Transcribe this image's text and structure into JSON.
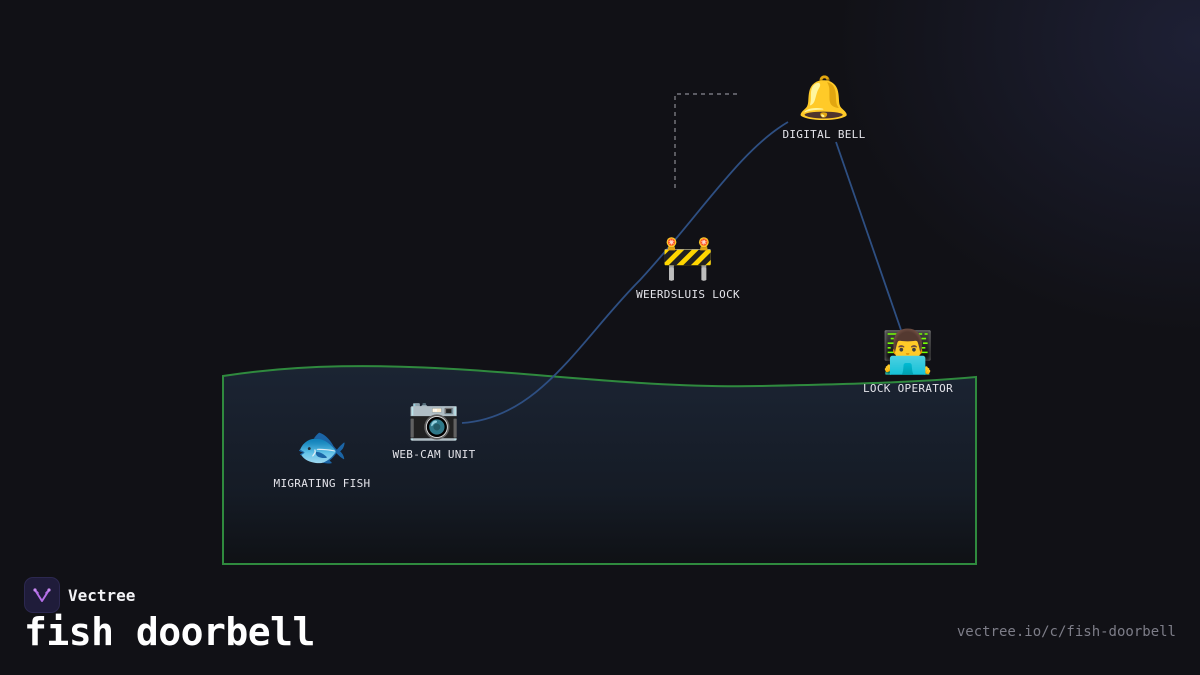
{
  "diagram": {
    "nodes": [
      {
        "id": "bell",
        "label": "DIGITAL BELL",
        "icon": "bell-icon",
        "glyph": "🔔"
      },
      {
        "id": "lock",
        "label": "WEERDSLUIS LOCK",
        "icon": "construction-barrier-icon",
        "glyph": "🚧"
      },
      {
        "id": "operator",
        "label": "LOCK OPERATOR",
        "icon": "technologist-icon",
        "glyph": "👨‍💻"
      },
      {
        "id": "webcam",
        "label": "WEB-CAM UNIT",
        "icon": "camera-icon",
        "glyph": "📷"
      },
      {
        "id": "fish",
        "label": "MIGRATING FISH",
        "icon": "fish-icon",
        "glyph": "🐟"
      }
    ],
    "edges": [
      {
        "from": "webcam",
        "to": "bell"
      },
      {
        "from": "bell",
        "to": "operator"
      }
    ],
    "colors": {
      "edge": "#2e4f82",
      "water_border": "#2f8a3e",
      "dashed": "#8a8a92"
    }
  },
  "brand": {
    "name": "Vectree",
    "logo_icon": "vectree-logo-icon"
  },
  "title": "fish doorbell",
  "url": "vectree.io/c/fish-doorbell"
}
